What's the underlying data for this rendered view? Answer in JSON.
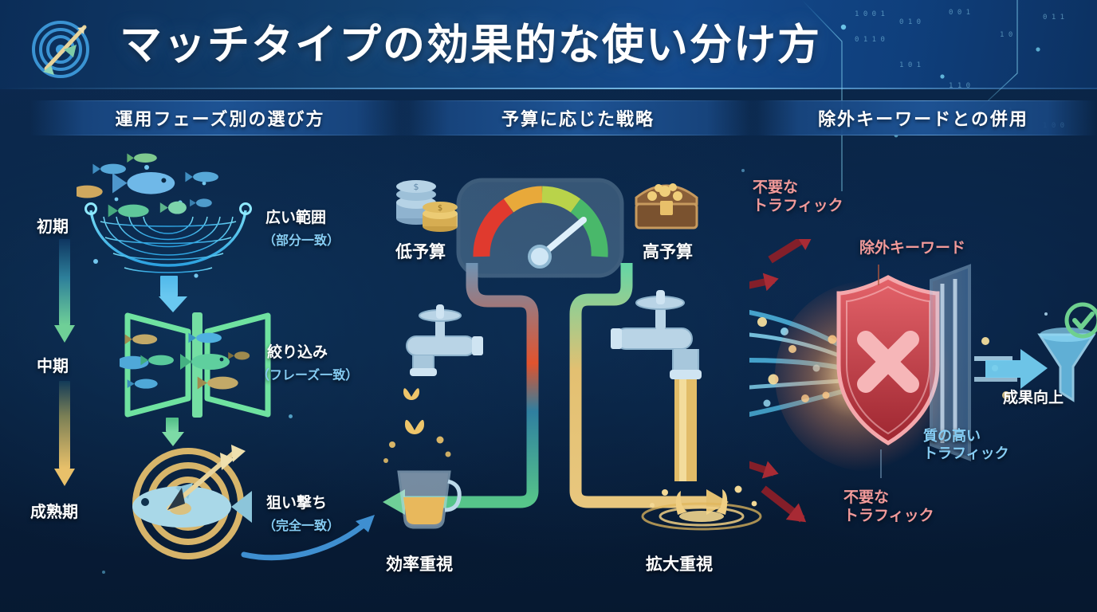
{
  "header": {
    "title": "マッチタイプの効果的な使い分け方",
    "icon": "target-arrow-icon"
  },
  "sections": [
    {
      "id": "phases",
      "title": "運用フェーズ別の選び方"
    },
    {
      "id": "budget",
      "title": "予算に応じた戦略"
    },
    {
      "id": "negative",
      "title": "除外キーワードとの併用"
    }
  ],
  "panel_phases": {
    "timeline": [
      {
        "label": "初期",
        "icon": "fishing-net-icon"
      },
      {
        "label": "中期",
        "icon": "funnel-filter-icon"
      },
      {
        "label": "成熟期",
        "icon": "target-fish-icon"
      }
    ],
    "items": [
      {
        "name": "広い範囲",
        "sub": "（部分一致）"
      },
      {
        "name": "絞り込み",
        "sub": "（フレーズ一致）"
      },
      {
        "name": "狙い撃ち",
        "sub": "（完全一致）"
      }
    ]
  },
  "panel_budget": {
    "low_label": "低予算",
    "high_label": "高予算",
    "low_icon": "coin-stack-icon",
    "high_icon": "treasure-chest-icon",
    "gauge_icon": "speedometer-gauge-icon",
    "outcomes": [
      {
        "label": "効率重視",
        "icon": "drip-faucet-cup-icon"
      },
      {
        "label": "拡大重視",
        "icon": "pouring-faucet-splash-icon"
      }
    ]
  },
  "panel_negative": {
    "blocked_top": "不要な\nトラフィック",
    "blocked_top_line1": "不要な",
    "blocked_top_line2": "トラフィック",
    "keyword_label": "除外キーワード",
    "quality_line1": "質の高い",
    "quality_line2": "トラフィック",
    "result_label": "成果向上",
    "blocked_bottom_line1": "不要な",
    "blocked_bottom_line2": "トラフィック",
    "shield_icon": "shield-x-icon",
    "gate_icon": "gate-filter-icon",
    "funnel_icon": "funnel-check-icon"
  },
  "colors": {
    "background_deep": "#071a33",
    "banner_blue": "#14498b",
    "accent_cyan": "#4fc3f7",
    "accent_green": "#6fcf97",
    "accent_gold": "#e8c06a",
    "accent_red": "#d9424a",
    "label_blue": "#86cdf4",
    "label_pink": "#f29a9a",
    "text_white": "#ffffff"
  }
}
